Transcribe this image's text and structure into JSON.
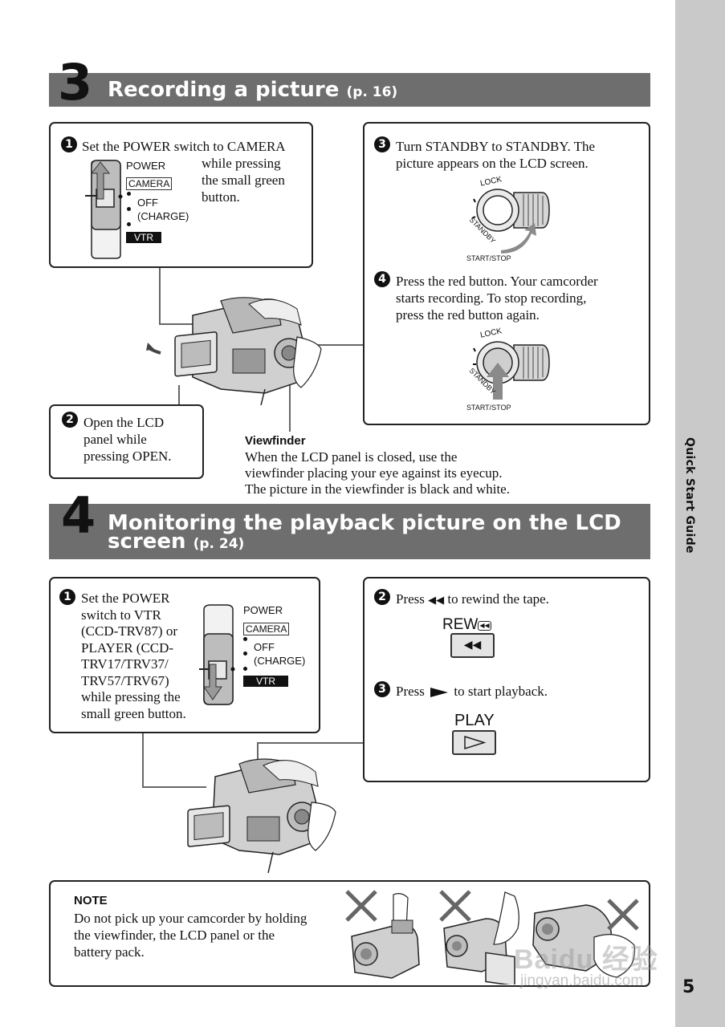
{
  "sidebar": {
    "label": "Quick Start Guide",
    "page_number": "5"
  },
  "section3": {
    "number": "3",
    "title": "Recording a picture",
    "page_ref": "(p. 16)",
    "step1": {
      "num": "1",
      "line1": "Set the POWER switch to CAMERA",
      "line2": "while pressing",
      "line3": "the small green",
      "line4": "button.",
      "switch": {
        "power": "POWER",
        "camera": "CAMERA",
        "off": "OFF",
        "charge": "(CHARGE)",
        "vtr": "VTR"
      }
    },
    "step2": {
      "num": "2",
      "line1": "Open the LCD",
      "line2": "panel while",
      "line3": "pressing OPEN."
    },
    "step3": {
      "num": "3",
      "line1": "Turn STANDBY to STANDBY. The",
      "line2": "picture appears on the LCD screen.",
      "dial": {
        "lock": "LOCK",
        "standby": "STANDBY",
        "startstop": "START/STOP"
      }
    },
    "step4": {
      "num": "4",
      "line1": "Press the red button. Your camcorder",
      "line2": "starts recording. To stop recording,",
      "line3": "press the red button again.",
      "dial": {
        "lock": "LOCK",
        "standby": "STANDBY",
        "startstop": "START/STOP"
      }
    },
    "viewfinder": {
      "title": "Viewfinder",
      "line1": "When the LCD panel is closed, use the",
      "line2": "viewfinder placing your eye against its eyecup.",
      "line3": "The picture in the viewfinder is black and white."
    }
  },
  "section4": {
    "number": "4",
    "title_line1": "Monitoring the playback picture on the LCD",
    "title_line2": "screen",
    "page_ref": "(p. 24)",
    "step1": {
      "num": "1",
      "lines": [
        "Set the POWER",
        "switch to VTR",
        "(CCD-TRV87) or",
        "PLAYER (CCD-",
        "TRV17/TRV37/",
        "TRV57/TRV67)",
        "while pressing the",
        "small green button."
      ],
      "switch": {
        "power": "POWER",
        "camera": "CAMERA",
        "off": "OFF",
        "charge": "(CHARGE)",
        "vtr": "VTR"
      }
    },
    "step2": {
      "num": "2",
      "pre": "Press",
      "post": "to rewind the tape.",
      "button_label": "REW"
    },
    "step3": {
      "num": "3",
      "pre": "Press",
      "post": "to start playback.",
      "button_label": "PLAY"
    }
  },
  "note": {
    "title": "NOTE",
    "line1": "Do not pick up your camcorder by holding",
    "line2": "the viewfinder, the LCD panel or the",
    "line3": "battery pack."
  },
  "watermark": {
    "line1": "Baidu 经验",
    "line2": "jingyan.baidu.com"
  }
}
